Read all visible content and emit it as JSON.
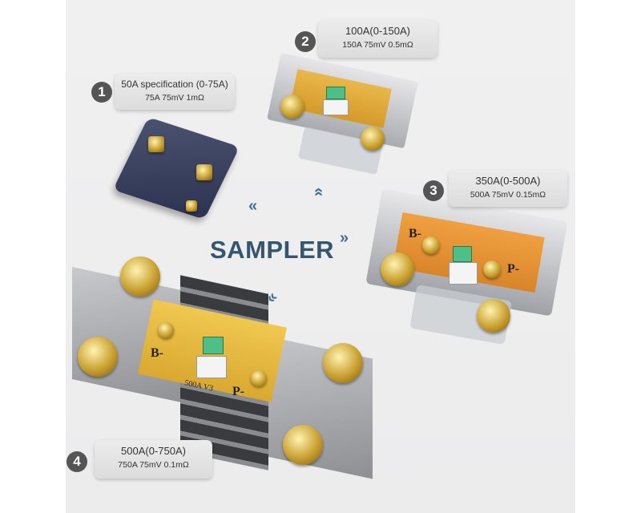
{
  "title": "SAMPLER",
  "products": [
    {
      "number": "1",
      "name": "50A specification (0-75A)",
      "spec": "75A 75mV 1mΩ"
    },
    {
      "number": "2",
      "name": "100A(0-150A)",
      "spec": "150A 75mV 0.5mΩ"
    },
    {
      "number": "3",
      "name": "350A(0-500A)",
      "spec": "500A 75mV 0.15mΩ"
    },
    {
      "number": "4",
      "name": "500A(0-750A)",
      "spec": "750A 75mV 0.1mΩ"
    }
  ],
  "board_markings": {
    "b": "B-",
    "p": "P-",
    "model": "500A  V3"
  },
  "colors": {
    "title": "#35566f",
    "arrows": "#3f6f95",
    "badge": "#555555"
  }
}
